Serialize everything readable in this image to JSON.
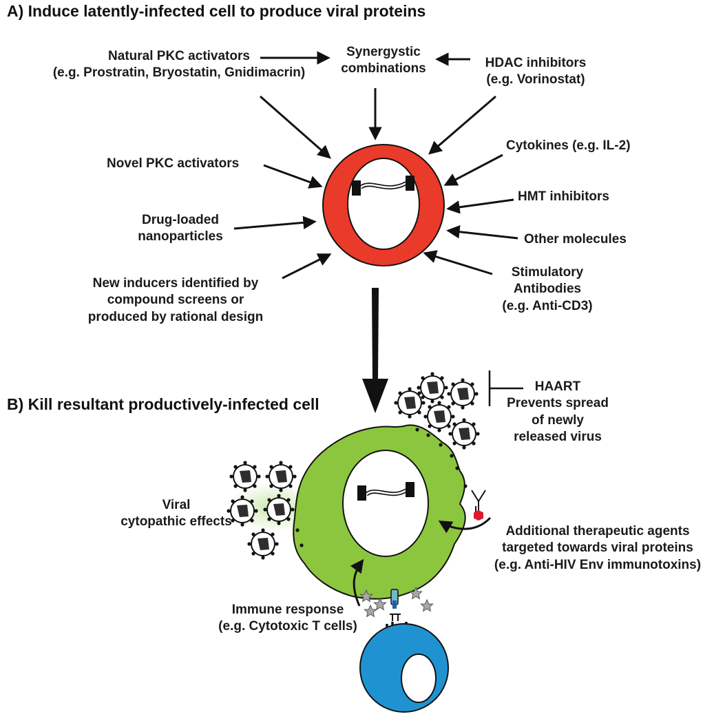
{
  "section_a": {
    "title": "A) Induce latently-infected cell to produce viral proteins",
    "natural_pkc": {
      "line1": "Natural PKC activators",
      "line2": "(e.g. Prostratin, Bryostatin, Gnidimacrin)"
    },
    "synergystic": {
      "line1": "Synergystic",
      "line2": "combinations"
    },
    "hdac": {
      "line1": "HDAC inhibitors",
      "line2": "(e.g. Vorinostat)"
    },
    "cytokines": "Cytokines (e.g. IL-2)",
    "novel_pkc": "Novel PKC activators",
    "hmt": "HMT inhibitors",
    "drug_loaded": {
      "line1": "Drug-loaded",
      "line2": "nanoparticles"
    },
    "other_molecules": "Other molecules",
    "new_inducers": {
      "line1": "New inducers identified by",
      "line2": "compound screens or",
      "line3": "produced by rational design"
    },
    "stimulatory": {
      "line1": "Stimulatory",
      "line2": "Antibodies",
      "line3": "(e.g. Anti-CD3)"
    }
  },
  "section_b": {
    "title": "B) Kill resultant productively-infected cell",
    "haart": {
      "line1": "HAART",
      "line2": "Prevents spread",
      "line3": "of newly",
      "line4": "released virus"
    },
    "viral_cytopathic": {
      "line1": "Viral",
      "line2": "cytopathic effects"
    },
    "additional_agents": {
      "line1": "Additional therapeutic agents",
      "line2": "targeted towards viral proteins",
      "line3": "(e.g. Anti-HIV Env immunotoxins)"
    },
    "immune_response": {
      "line1": "Immune response",
      "line2": "(e.g. Cytotoxic T cells)"
    }
  },
  "colors": {
    "latent_cell": "#ea3a2a",
    "infected_cell": "#8cc63e",
    "t_cell": "#1f93d2",
    "virus_core": "#2e2e2e",
    "toxin": "#e0192b",
    "cytokine_star": "#a8a8a8",
    "glow": "#c9e6a8"
  },
  "icons": [
    "latent-provirus-icon",
    "virion-icon",
    "antibody-icon",
    "cytokine-star-icon",
    "tcr-receptor-icon"
  ]
}
